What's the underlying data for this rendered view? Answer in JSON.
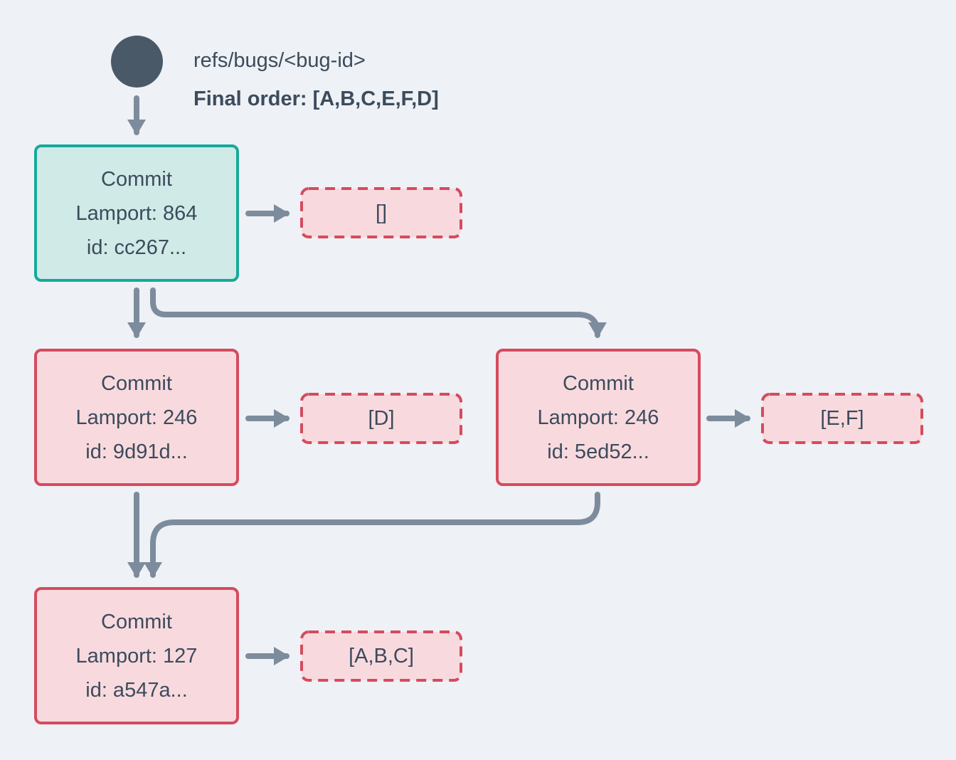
{
  "palette": {
    "background": "#eef1f5",
    "slate": "#4a5968",
    "text": "#3c4b5c",
    "arrow": "#7d8c9c",
    "teal_border": "#17a99a",
    "teal_fill": "#cfeae7",
    "red_border": "#d54b5f",
    "pink_fill": "#f8dade"
  },
  "header": {
    "ref_label": "refs/bugs/<bug-id>",
    "final_order_label": "Final order: [A,B,C,E,F,D]"
  },
  "nodes": [
    {
      "id": "root",
      "title": "Commit",
      "lamport": "Lamport: 864",
      "commit_id": "id: cc267...",
      "operations": "[]",
      "variant": "teal"
    },
    {
      "id": "left",
      "title": "Commit",
      "lamport": "Lamport: 246",
      "commit_id": "id: 9d91d...",
      "operations": "[D]",
      "variant": "pink"
    },
    {
      "id": "right",
      "title": "Commit",
      "lamport": "Lamport: 246",
      "commit_id": "id: 5ed52...",
      "operations": "[E,F]",
      "variant": "pink"
    },
    {
      "id": "bottom",
      "title": "Commit",
      "lamport": "Lamport: 127",
      "commit_id": "id: a547a...",
      "operations": "[A,B,C]",
      "variant": "pink"
    }
  ],
  "edges": [
    {
      "from": "ref-head",
      "to": "root"
    },
    {
      "from": "root",
      "to": "left"
    },
    {
      "from": "root",
      "to": "right"
    },
    {
      "from": "left",
      "to": "bottom"
    },
    {
      "from": "right",
      "to": "bottom"
    },
    {
      "from": "root",
      "to": "root-operations"
    },
    {
      "from": "left",
      "to": "left-operations"
    },
    {
      "from": "right",
      "to": "right-operations"
    },
    {
      "from": "bottom",
      "to": "bottom-operations"
    }
  ]
}
